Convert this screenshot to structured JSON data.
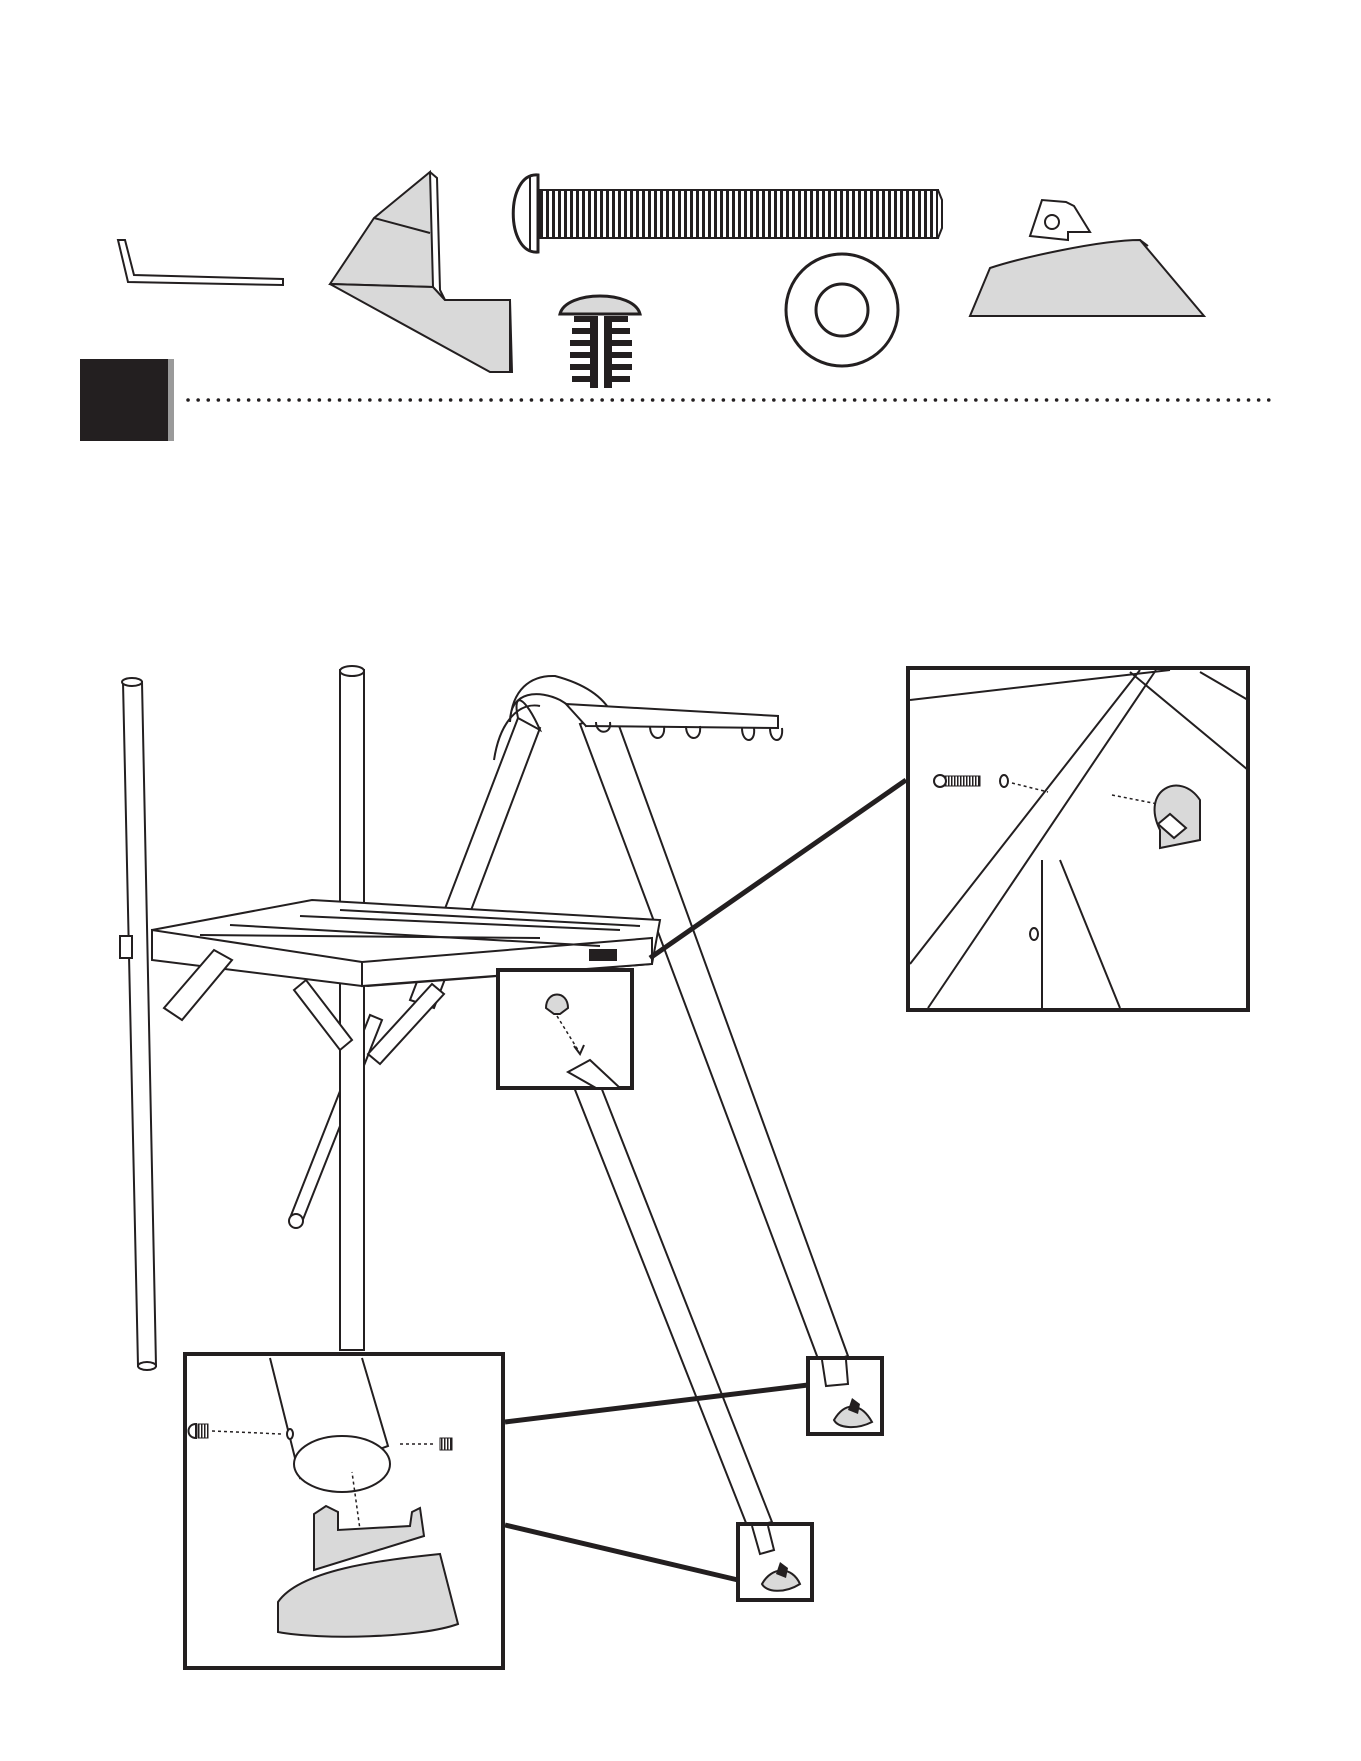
{
  "page": {
    "step_badge": {
      "number": ""
    },
    "hardware_parts": [
      {
        "name": "allen-wrench"
      },
      {
        "name": "corner-bracket"
      },
      {
        "name": "bolt"
      },
      {
        "name": "tube-end-plug"
      },
      {
        "name": "washer"
      },
      {
        "name": "leg-foot"
      }
    ],
    "detail_views": [
      {
        "name": "plug-insert-detail"
      },
      {
        "name": "bolt-insert-detail"
      },
      {
        "name": "foot-attach-detail-large"
      },
      {
        "name": "foot-callout-small-1"
      },
      {
        "name": "foot-callout-small-2"
      }
    ]
  },
  "colors": {
    "ink": "#231f20",
    "part_fill": "#d9d9d9",
    "badge_shadow": "#9a9a9a",
    "background": "#ffffff"
  }
}
